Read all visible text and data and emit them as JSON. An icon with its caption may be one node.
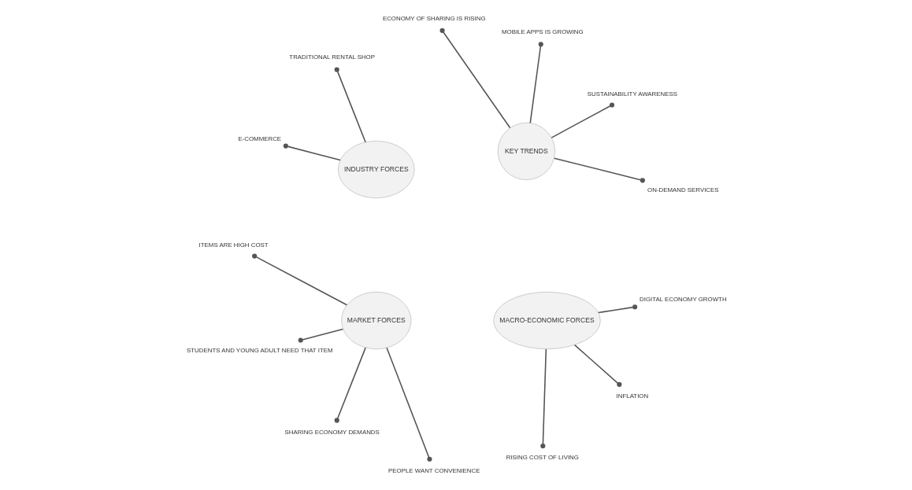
{
  "diagram": {
    "nodes": [
      {
        "text": [
          "KEY TRENDS"
        ]
      },
      {
        "text": [
          "ON-DEMAND SERVICES"
        ]
      },
      {
        "text": [
          "SUSTAINABILITY AWARENESS"
        ]
      },
      {
        "text": [
          "MOBILE APPS IS GROWING"
        ]
      },
      {
        "text": [
          "ECONOMY OF SHARING IS RISING"
        ]
      },
      {
        "text": [
          "INDUSTRY FORCES"
        ]
      },
      {
        "text": [
          "TRADITIONAL RENTAL SHOP"
        ]
      },
      {
        "text": [
          "E-COMMERCE"
        ]
      },
      {
        "text": [
          "MARKET FORCES"
        ]
      },
      {
        "text": [
          "ITEMS ARE HIGH COST"
        ]
      },
      {
        "text": [
          "STUDENTS AND YOUNG ADULT NEED THAT ITEM"
        ]
      },
      {
        "text": [
          "SHARING ECONOMY DEMANDS"
        ]
      },
      {
        "text": [
          "PEOPLE WANT CONVENIENCE"
        ]
      },
      {
        "text": [
          "MACRO-ECONOMIC FORCES"
        ]
      },
      {
        "text": [
          "RISING COST OF LIVING"
        ]
      },
      {
        "text": [
          "INFLATION"
        ]
      },
      {
        "text": [
          "DIGITAL ECONOMY GROWTH"
        ]
      }
    ],
    "edges": [
      {
        "from": 0,
        "to": 1,
        "arrow": "other"
      },
      {
        "from": 0,
        "to": 2,
        "arrow": "other"
      },
      {
        "from": 0,
        "to": 3,
        "arrow": "other"
      },
      {
        "from": 0,
        "to": 4,
        "arrow": "other"
      },
      {
        "from": 5,
        "to": 6,
        "arrow": "other"
      },
      {
        "from": 5,
        "to": 7,
        "arrow": "other"
      },
      {
        "from": 8,
        "to": 9,
        "arrow": "other"
      },
      {
        "from": 8,
        "to": 10,
        "arrow": "other"
      },
      {
        "from": 8,
        "to": 11,
        "arrow": "other"
      },
      {
        "from": 8,
        "to": 12,
        "arrow": "other"
      },
      {
        "from": 13,
        "to": 14,
        "arrow": "other"
      },
      {
        "from": 13,
        "to": 15,
        "arrow": "other"
      },
      {
        "from": 13,
        "to": 16,
        "arrow": "other"
      }
    ]
  }
}
